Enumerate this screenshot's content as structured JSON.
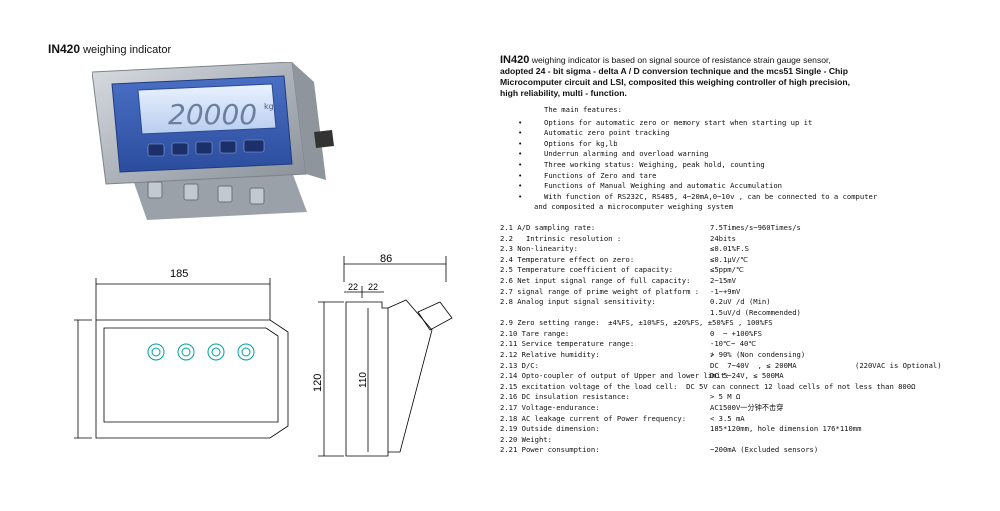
{
  "left": {
    "model": "IN420",
    "subtitle": " weighing indicator",
    "display_value": "20000",
    "display_unit": "kg",
    "drawing": {
      "width": "185",
      "height": "120",
      "depth": "86",
      "d1": "22",
      "d2": "22",
      "h2": "120",
      "h3": "110"
    }
  },
  "intro": {
    "model": "IN420",
    "line1_rest": " weighing indicator is based on signal source of  resistance strain gauge sensor,",
    "line2": "adopted 24 - bit sigma - delta A / D conversion technique and the mcs51 Single - Chip",
    "line3": "Microcomputer circuit and LSI, composited this weighing controller of high precision,",
    "line4": "high reliability, multi - function."
  },
  "features_title": "The main features:",
  "features": [
    "Options for automatic zero or memory start when starting up it",
    "Automatic zero point tracking",
    "Options for kg,lb",
    "Underrun alarming and overload warning",
    "Three working status: Weighing, peak hold, counting",
    "Functions of Zero and tare",
    "Functions of Manual Weighing and automatic Accumulation",
    "With function of RS232C, RS485, 4~20mA,0~10v , can be connected to a computer"
  ],
  "features_cont": "and composited a microcomputer weighing system",
  "specs": [
    [
      "2.1 A/D sampling rate:",
      "7.5Times/s~960Times/s",
      ""
    ],
    [
      "2.2   Intrinsic resolution :",
      "24bits",
      ""
    ],
    [
      "2.3 Non-linearity:",
      "≤0.01%F.S",
      ""
    ],
    [
      "2.4 Temperature effect on zero:",
      "≤0.1μV/℃",
      ""
    ],
    [
      "2.5 Temperature coefficient of capacity:",
      "≤5ppm/℃",
      ""
    ],
    [
      "2.6 Net input signal range of full capacity:",
      "2~15mV",
      ""
    ],
    [
      "2.7 signal range of prime weight of platform :",
      "-1~+9mV",
      ""
    ],
    [
      "2.8 Analog input signal sensitivity:",
      "0.2uV /d (Min)",
      ""
    ],
    [
      "",
      "1.5uV/d (Recommended)",
      ""
    ],
    [
      "2.9 Zero setting range:  ±4%FS, ±10%FS, ±20%FS, ±50%FS , 100%FS",
      "",
      ""
    ],
    [
      "2.10 Tare range:",
      "0  ~ +100%FS",
      ""
    ],
    [
      "2.11 Service temperature range:",
      "-10℃~ 40℃",
      ""
    ],
    [
      "2.12 Relative humidity:",
      "≯ 90% (Non condensing)",
      ""
    ],
    [
      "2.13 D/C:",
      "DC  7~40V  , ≤ 200MA",
      "(220VAC is Optional)"
    ],
    [
      "2.14 Opto-coupler of output of Upper and lower limit:",
      "DC 5~24V, ≤ 500MA",
      ""
    ],
    [
      "2.15 excitation voltage of the load cell:  DC 5V can connect 12 load cells of not less than 800Ω",
      "",
      ""
    ],
    [
      "2.16 DC insulation resistance:",
      "> 5 M Ω",
      ""
    ],
    [
      "2.17 Voltage-endurance:",
      "AC1500V一分钟不击穿",
      ""
    ],
    [
      "2.18 AC leakage current of Power frequency:",
      "< 3.5 mA",
      ""
    ],
    [
      "2.19 Outside dimension:",
      "185*120mm, hole dimension 176*110mm",
      ""
    ],
    [
      "2.20 Weight:",
      "",
      ""
    ],
    [
      "2.21 Power consumption:",
      "~200mA (Excluded sensors)",
      ""
    ]
  ]
}
